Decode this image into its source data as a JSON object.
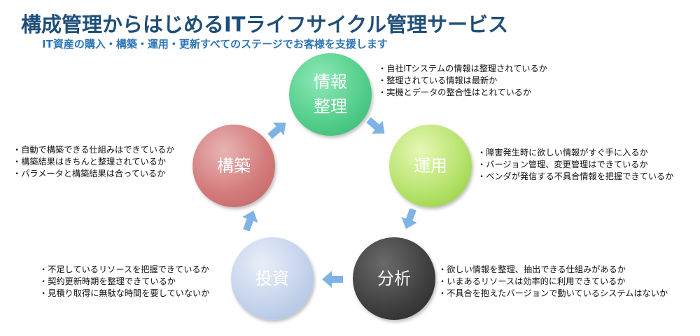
{
  "title": "構成管理からはじめるITライフサイクル管理サービス",
  "subtitle": "IT資産の購入・構築・運用・更新すべてのステージでお客様を支援します",
  "stages": {
    "info": {
      "line1": "情報",
      "line2": "整理",
      "color": "#4cc985"
    },
    "ops": {
      "label": "運用",
      "color": "#a9dc55"
    },
    "anal": {
      "label": "分析",
      "color": "#333333"
    },
    "inv": {
      "label": "投資",
      "color": "#bccbe8"
    },
    "build": {
      "label": "構築",
      "color": "#cf7373"
    }
  },
  "arrow_color": "#7fb3e6",
  "bullets": {
    "info": [
      "自社ITシステムの情報は整理されているか",
      "整理されている情報は最新か",
      "実機とデータの整合性はとれているか"
    ],
    "ops": [
      "障害発生時に欲しい情報がすぐ手に入るか",
      "バージョン管理、変更管理はできているか",
      "ベンダが発信する不具合情報を把握できているか"
    ],
    "anal": [
      "欲しい情報を整理、抽出できる仕組みがあるか",
      "いまあるリソースは効率的に利用できているか",
      "不具合を抱えたバージョンで動いているシステムはないか"
    ],
    "inv": [
      "不足しているリソースを把握できているか",
      "契約更新時期を整理できているか",
      "見積り取得に無駄な時間を要していないか"
    ],
    "build": [
      "自動で構築できる仕組みはできているか",
      "構築結果はきちんと整理されているか",
      "パラメータと構築結果は合っているか"
    ]
  }
}
